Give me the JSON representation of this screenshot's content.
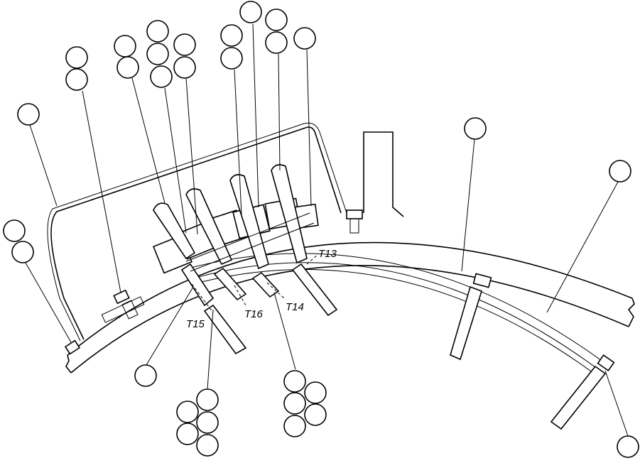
{
  "labels": {
    "t13": "T13",
    "t14": "T14",
    "t15": "T15",
    "t16": "T16"
  },
  "callout_bubbles": "blank"
}
